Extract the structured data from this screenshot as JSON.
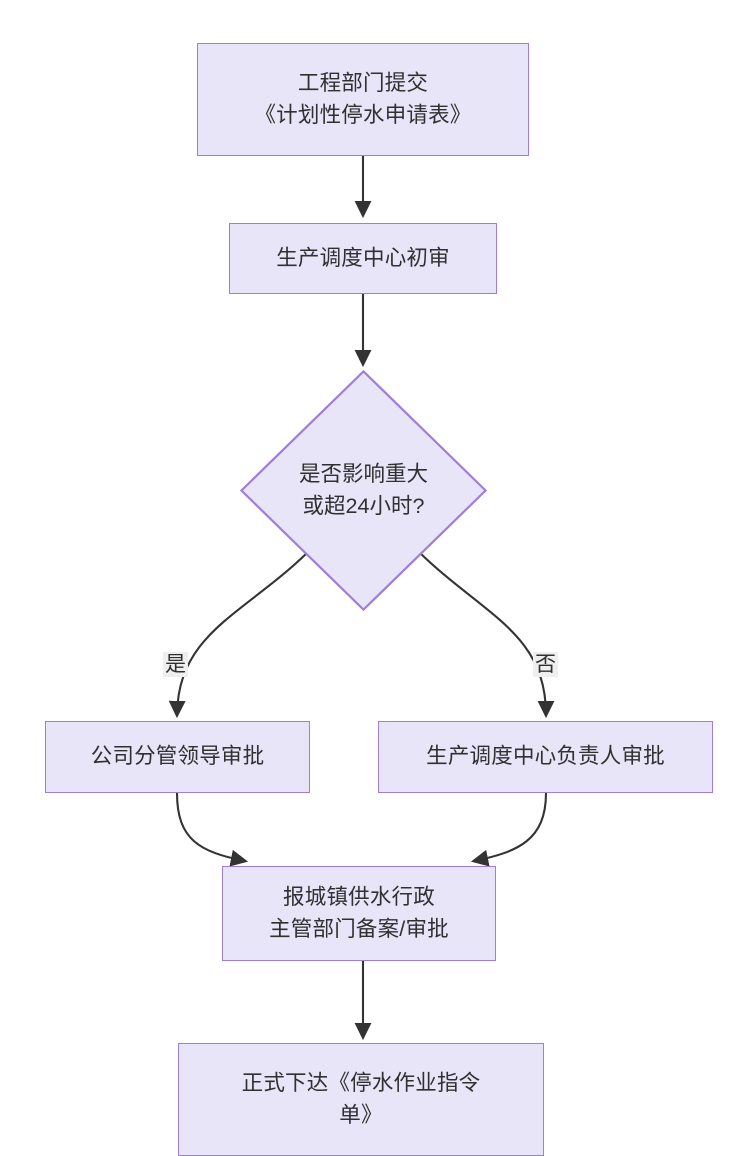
{
  "diagram": {
    "type": "flowchart",
    "direction": "top-to-bottom",
    "background_color": "#ffffff",
    "node_fill_color": "#e8e5f9",
    "node_border_color": "#9f7dda",
    "edge_color": "#333333",
    "text_color": "#303030",
    "edge_label_background": "#efefef",
    "nodes": [
      {
        "id": "submit",
        "shape": "rectangle",
        "label": "工程部门提交\n《计划性停水申请表》"
      },
      {
        "id": "first-review",
        "shape": "rectangle",
        "label": "生产调度中心初审"
      },
      {
        "id": "decision",
        "shape": "diamond",
        "label": "是否影响重大\n或超24小时?"
      },
      {
        "id": "leader-approval",
        "shape": "rectangle",
        "label": "公司分管领导审批"
      },
      {
        "id": "dispatch-head-approval",
        "shape": "rectangle",
        "label": "生产调度中心负责人审批"
      },
      {
        "id": "government-filing",
        "shape": "rectangle",
        "label": "报城镇供水行政\n主管部门备案/审批"
      },
      {
        "id": "issue-order",
        "shape": "rectangle",
        "label": "正式下达《停水作业指令\n单》"
      }
    ],
    "edges": [
      {
        "id": "e1",
        "from": "submit",
        "to": "first-review",
        "label": ""
      },
      {
        "id": "e2",
        "from": "first-review",
        "to": "decision",
        "label": ""
      },
      {
        "id": "e3",
        "from": "decision",
        "to": "leader-approval",
        "label": "是"
      },
      {
        "id": "e4",
        "from": "decision",
        "to": "dispatch-head-approval",
        "label": "否"
      },
      {
        "id": "e5",
        "from": "leader-approval",
        "to": "government-filing",
        "label": ""
      },
      {
        "id": "e6",
        "from": "dispatch-head-approval",
        "to": "government-filing",
        "label": ""
      },
      {
        "id": "e7",
        "from": "government-filing",
        "to": "issue-order",
        "label": ""
      }
    ]
  }
}
